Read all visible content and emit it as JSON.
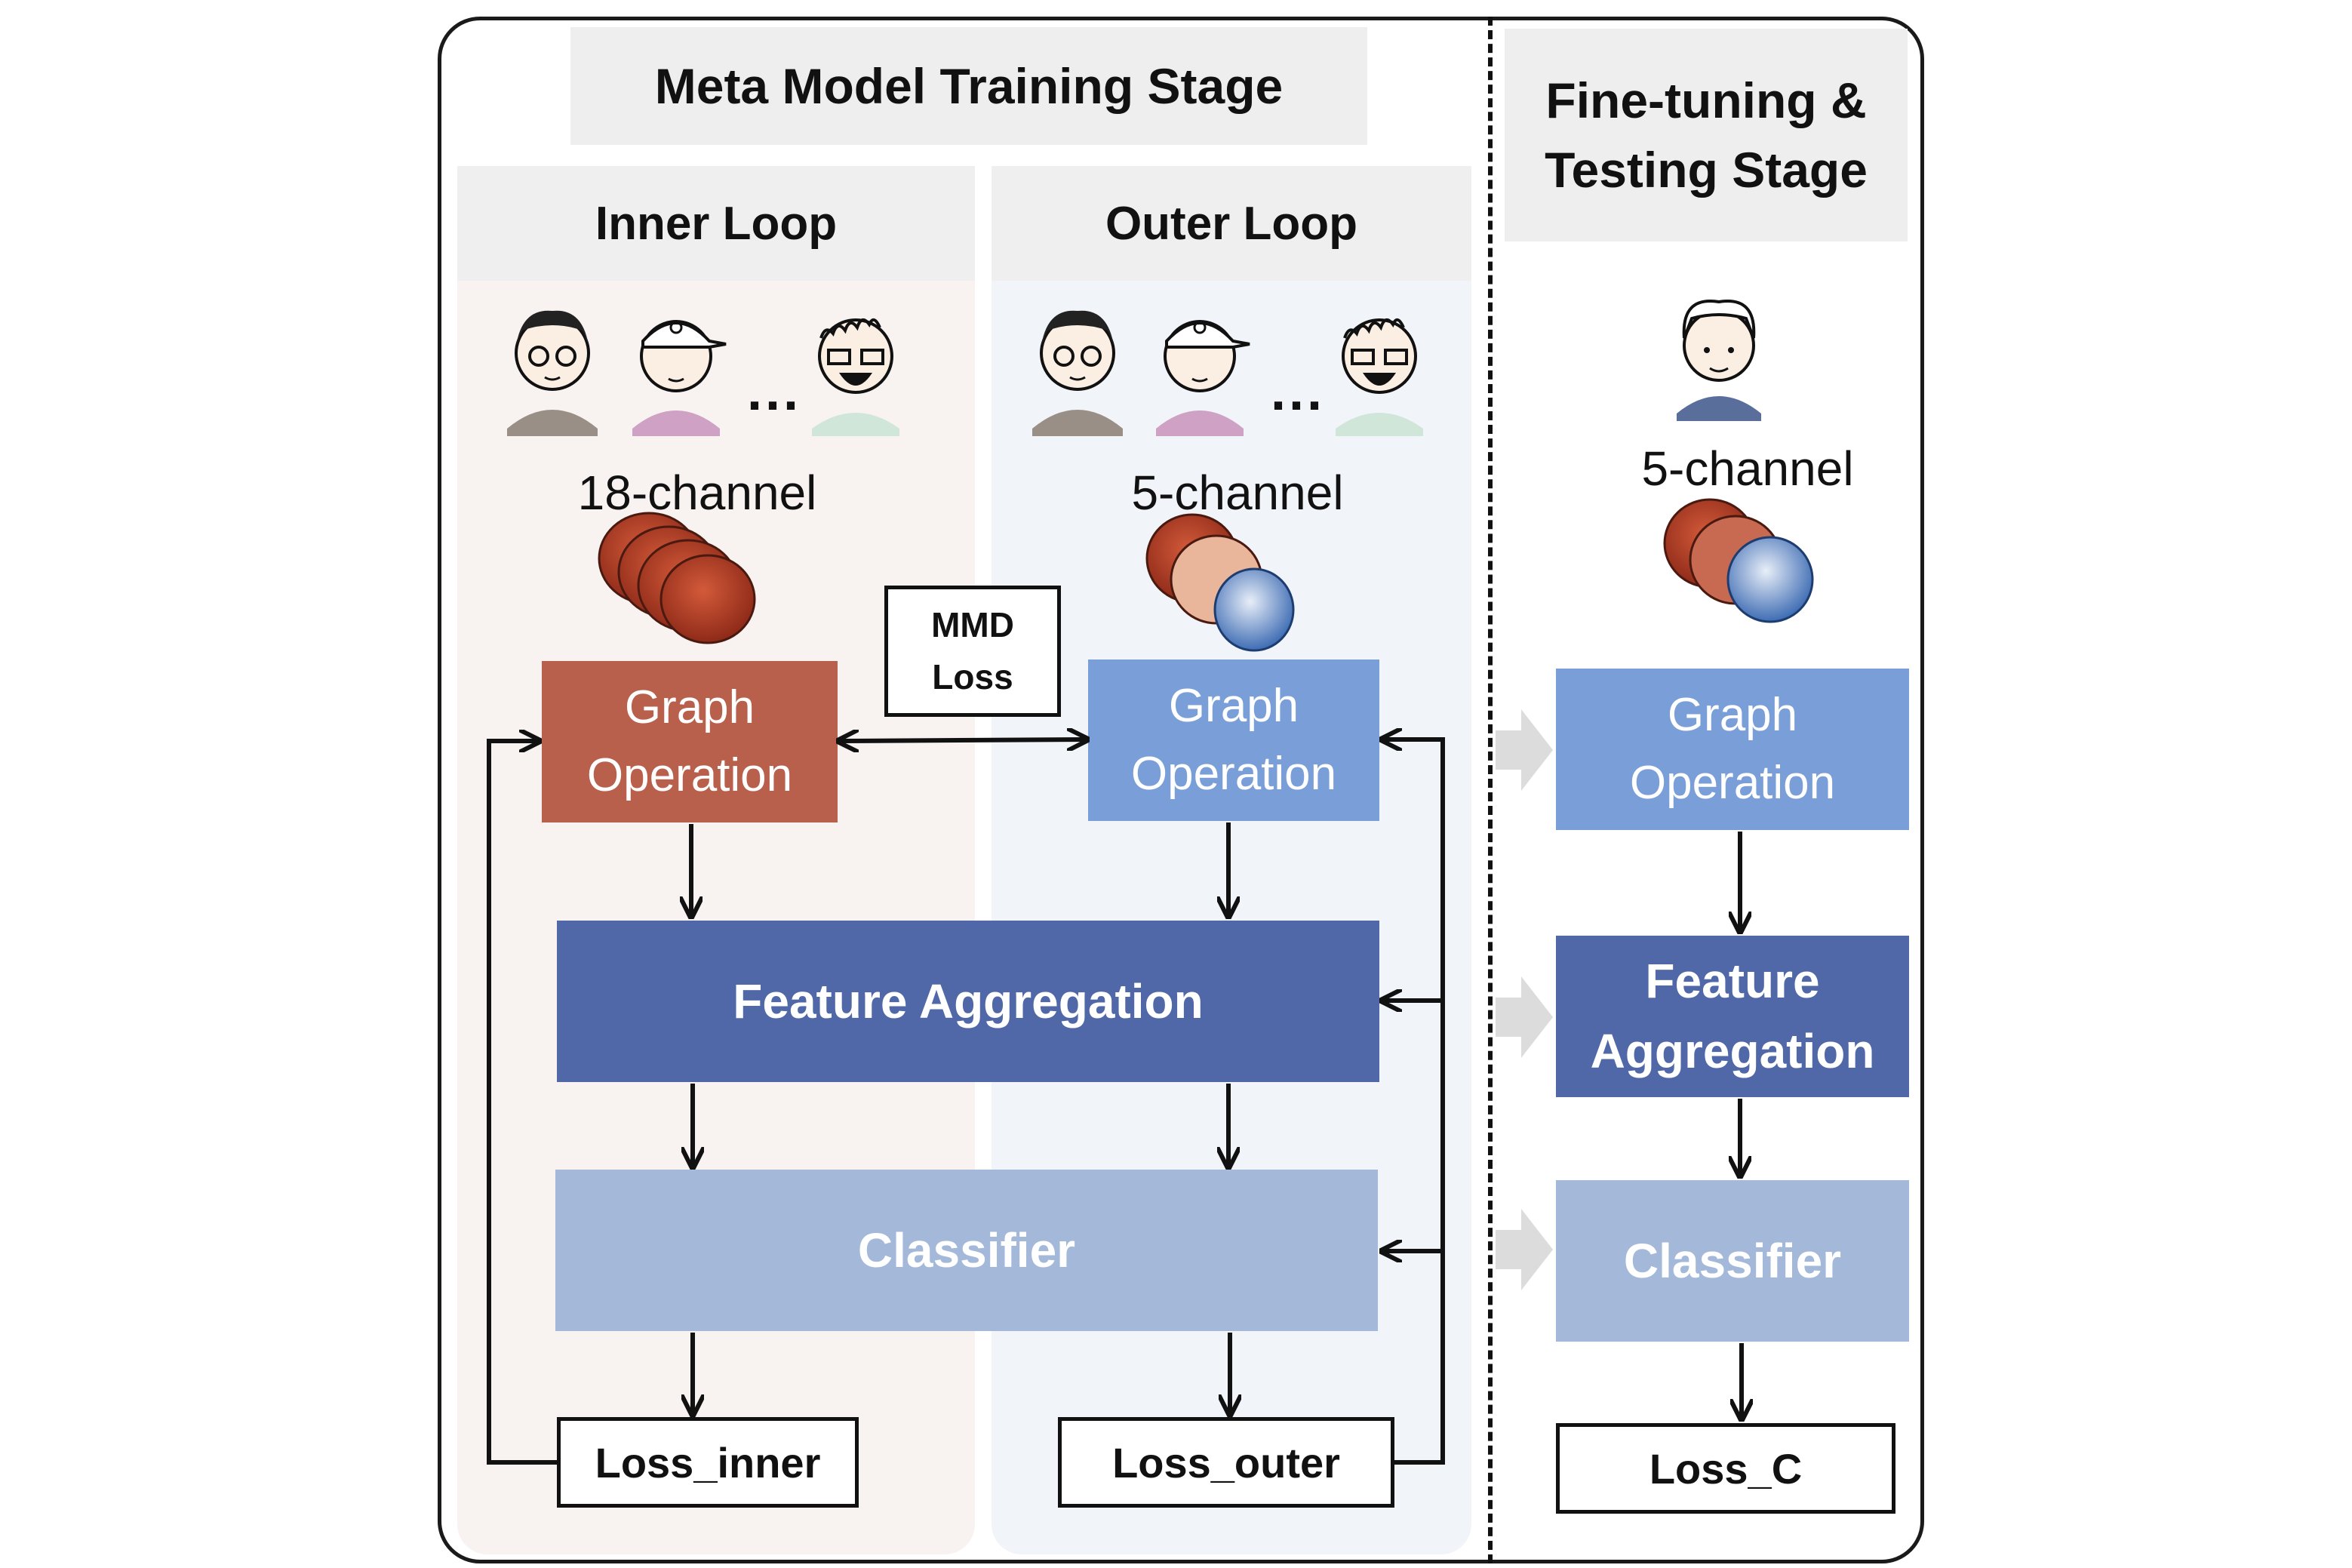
{
  "stages": {
    "meta_training": "Meta Model Training Stage",
    "finetune_testing": "Fine-tuning &\nTesting Stage"
  },
  "loops": {
    "inner": "Inner Loop",
    "outer": "Outer Loop"
  },
  "channels": {
    "inner": "18-channel",
    "outer": "5-channel",
    "test": "5-channel"
  },
  "users": {
    "ellipsis": "..."
  },
  "mmd": "MMD\nLoss",
  "blocks": {
    "graph_operation": "Graph\nOperation",
    "feature_aggregation": "Feature Aggregation",
    "feature_aggregation_test": "Feature\nAggregation",
    "classifier": "Classifier"
  },
  "losses": {
    "inner": "Loss_inner",
    "outer": "Loss_outer",
    "test": "Loss_C"
  },
  "colors": {
    "graph_inner": "#b8604b",
    "graph_outer": "#7a9fd8",
    "feature_aggregation": "#5068a7",
    "classifier": "#a4b9d9",
    "eeg_red": "#b13a22",
    "eeg_blue": "#5a85c8"
  },
  "icons": [
    "user-glasses-icon",
    "user-cap-icon",
    "user-curly-hair-icon",
    "user-test-subject-icon",
    "eeg-topomap-icon"
  ]
}
